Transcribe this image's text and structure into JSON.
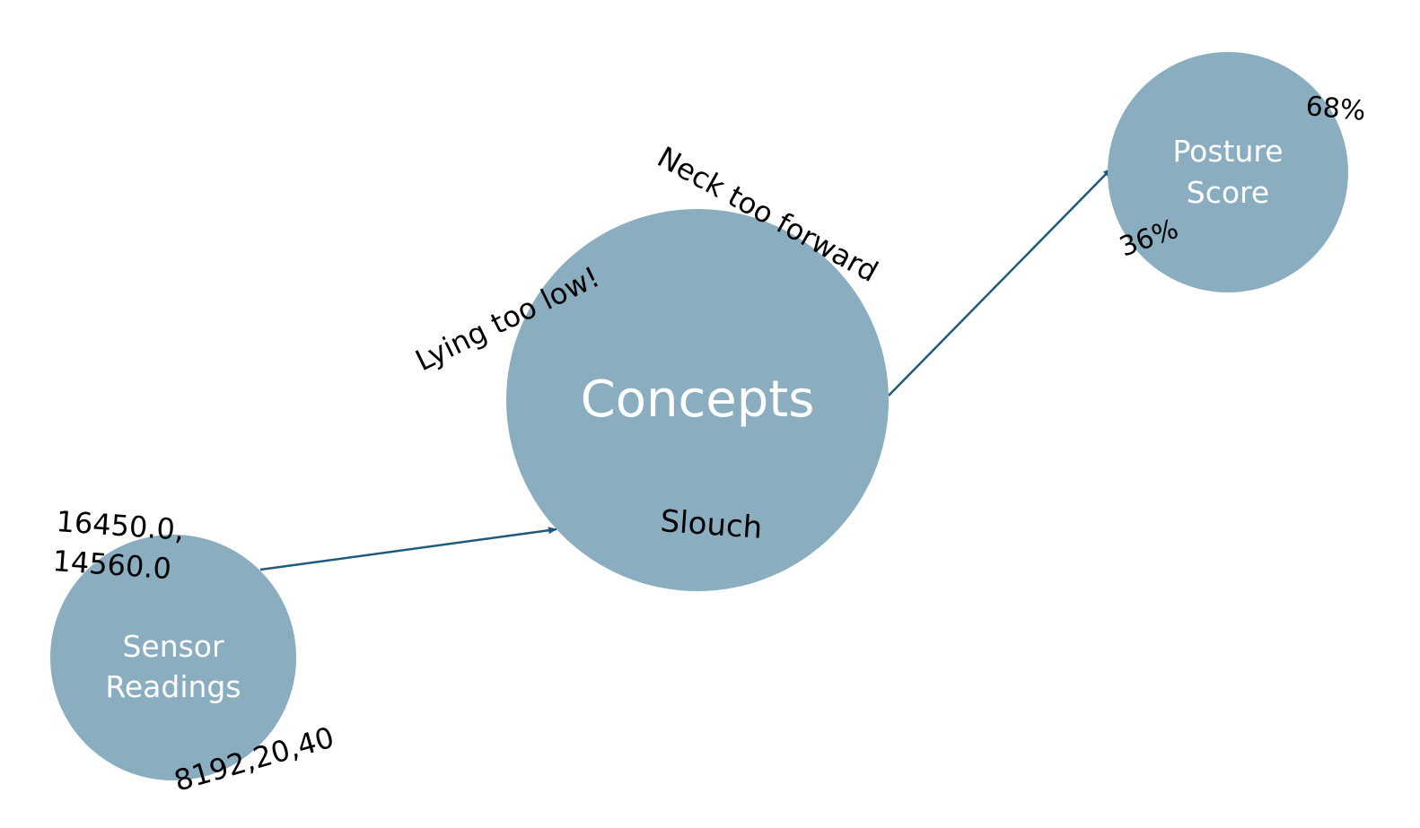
{
  "colors": {
    "node_fill": "#8aaec0",
    "edge": "#1f5a78",
    "node_text": "#ffffff",
    "annotation_text": "#000000"
  },
  "nodes": {
    "sensor": {
      "line1": "Sensor",
      "line2": "Readings"
    },
    "concepts": {
      "label": "Concepts"
    },
    "posture": {
      "line1": "Posture",
      "line2": "Score"
    }
  },
  "annotations": {
    "sensor_values_line1": "16450.0,",
    "sensor_values_line2": "14560.0",
    "sensor_values_bottom": "8192,20,40",
    "lying_too_low": "Lying too low!",
    "neck_too_forward": "Neck too forward",
    "slouch": "Slouch",
    "posture_high": "68%",
    "posture_low": "36%"
  }
}
